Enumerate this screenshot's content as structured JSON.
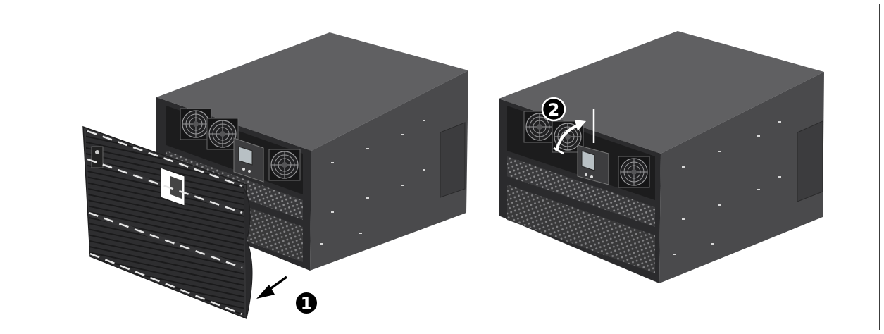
{
  "figure": {
    "steps": [
      {
        "number": "1",
        "style": "filled-black"
      },
      {
        "number": "2",
        "style": "black-with-white-ring"
      }
    ],
    "colors": {
      "cabinet_top": "#606062",
      "cabinet_side": "#4a4a4c",
      "cabinet_front": "#2b2b2d",
      "panel": "#38383a",
      "arrow": "#000000",
      "callout": "#000000",
      "frame_border": "#3c3c3c"
    },
    "icons": {
      "fan": "fan-icon",
      "display": "lcd-display-icon",
      "arrow_out": "pull-arrow-icon",
      "arrow_rotate": "rotate-arrow-icon"
    }
  }
}
